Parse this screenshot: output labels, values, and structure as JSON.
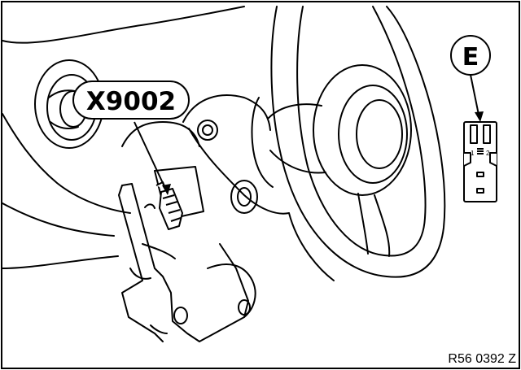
{
  "diagram": {
    "callout_connector": "X9002",
    "callout_detail": "E",
    "figure_code": "R56 0392 Z",
    "connector_pin_mark_1": "1",
    "connector_pin_mark_2": "2"
  },
  "colors": {
    "line": "#000000",
    "fill": "#ffffff",
    "background": "#ffffff"
  }
}
